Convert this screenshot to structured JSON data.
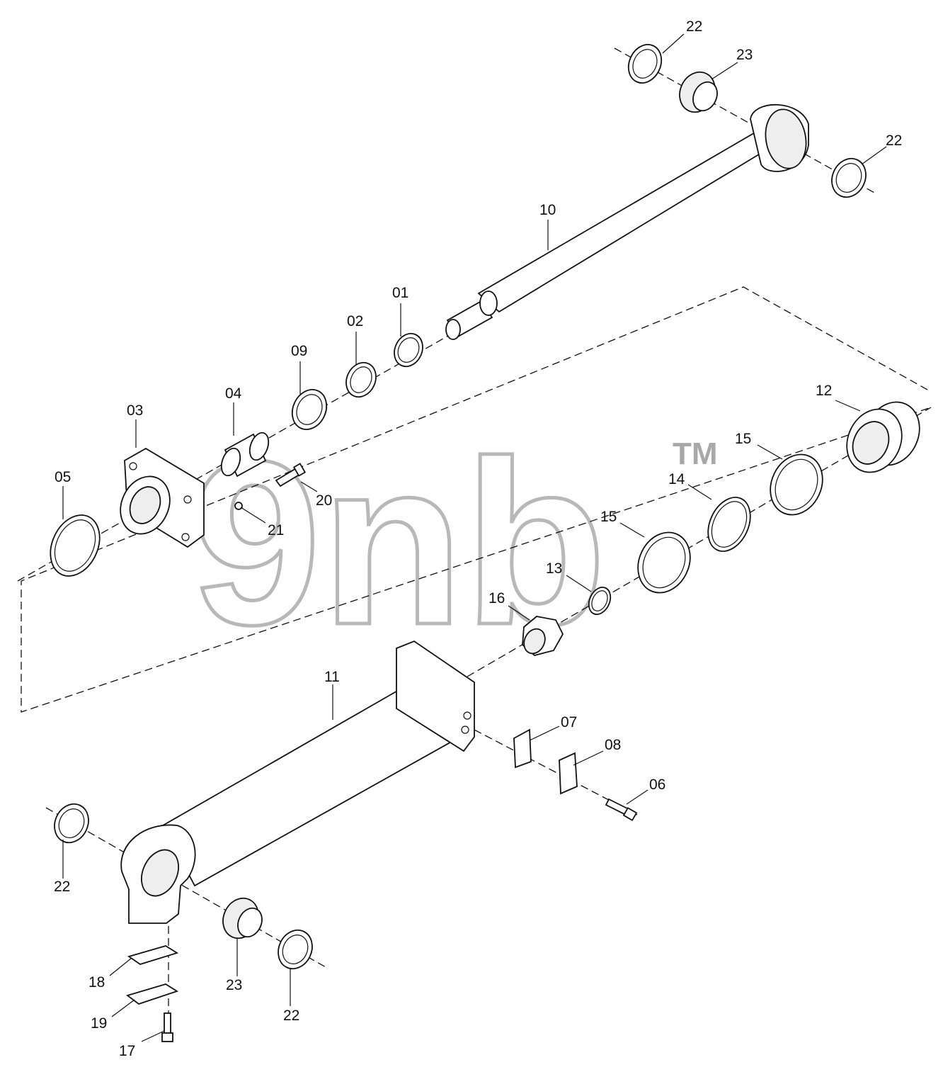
{
  "watermark": {
    "text": "9nb",
    "trademark": "TM"
  },
  "labels": {
    "p01": "01",
    "p02": "02",
    "p03": "03",
    "p04": "04",
    "p05": "05",
    "p06": "06",
    "p07": "07",
    "p08": "08",
    "p09": "09",
    "p10": "10",
    "p11": "11",
    "p12": "12",
    "p13": "13",
    "p14": "14",
    "p15a": "15",
    "p15b": "15",
    "p16": "16",
    "p17": "17",
    "p18": "18",
    "p19": "19",
    "p20": "20",
    "p21": "21",
    "p22a": "22",
    "p22b": "22",
    "p22c": "22",
    "p22d": "22",
    "p23a": "23",
    "p23b": "23"
  }
}
